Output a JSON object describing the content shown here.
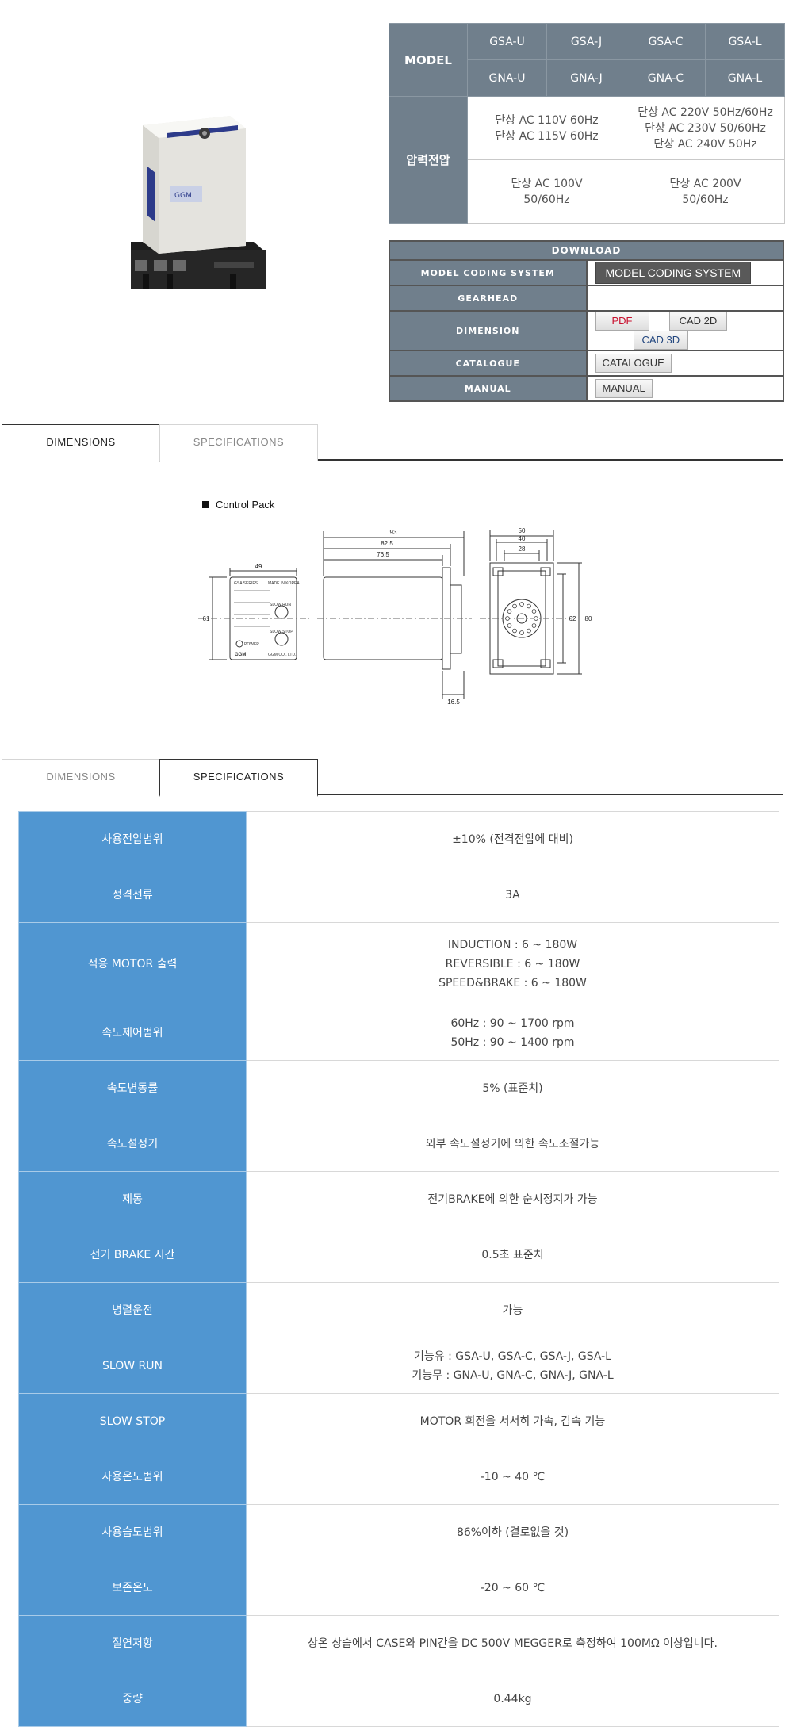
{
  "model_table": {
    "model_label": "MODEL",
    "models": [
      [
        "GSA-U",
        "GNA-U"
      ],
      [
        "GSA-J",
        "GNA-J"
      ],
      [
        "GSA-C",
        "GNA-C"
      ],
      [
        "GSA-L",
        "GNA-L"
      ]
    ],
    "voltage_label": "압력전압",
    "voltage_row1_left": [
      "단상 AC 110V 60Hz",
      "단상 AC 115V 60Hz"
    ],
    "voltage_row1_right": [
      "단상 AC 220V 50Hz/60Hz",
      "단상 AC 230V 50/60Hz",
      "단상 AC 240V 50Hz"
    ],
    "voltage_row2_left": [
      "단상 AC 100V",
      "50/60Hz"
    ],
    "voltage_row2_right": [
      "단상 AC 200V",
      "50/60Hz"
    ]
  },
  "download": {
    "title": "DOWNLOAD",
    "rows": {
      "model_coding": {
        "label": "MODEL CODING SYSTEM",
        "button": "MODEL CODING SYSTEM"
      },
      "gearhead": {
        "label": "GEARHEAD"
      },
      "dimension": {
        "label": "DIMENSION",
        "pdf": "PDF",
        "cad2d": "CAD 2D",
        "cad3d": "CAD 3D"
      },
      "catalogue": {
        "label": "CATALOGUE",
        "button": "CATALOGUE"
      },
      "manual": {
        "label": "MANUAL",
        "button": "MANUAL"
      }
    }
  },
  "tabs": {
    "dimensions": "DIMENSIONS",
    "specifications": "SPECIFICATIONS"
  },
  "drawing": {
    "title": "Control Pack",
    "dims": {
      "front_width": "49",
      "front_height": "61",
      "side_total": "93",
      "side_mid": "82.5",
      "side_body": "76.5",
      "side_depth": "16.5",
      "rear_outer": "50",
      "rear_mid": "40",
      "rear_inner": "28",
      "rear_h1": "62",
      "rear_h2": "80"
    },
    "panel": {
      "series": "GSA SERIES",
      "made_in": "MADE IN KOREA",
      "slow_run": "SLOW RUN",
      "slow_stop": "SLOW STOP",
      "power": "POWER",
      "brand": "GGM",
      "company": "GGM CO., LTD."
    },
    "product_label": "GGM"
  },
  "specs": [
    {
      "label": "사용전압범위",
      "value": [
        "±10% (전격전압에 대비)"
      ]
    },
    {
      "label": "정격전류",
      "value": [
        "3A"
      ]
    },
    {
      "label": "적용 MOTOR 출력",
      "value": [
        "INDUCTION : 6 ~ 180W",
        "REVERSIBLE : 6 ~ 180W",
        "SPEED&BRAKE : 6 ~ 180W"
      ]
    },
    {
      "label": "속도제어범위",
      "value": [
        "60Hz : 90 ~ 1700 rpm",
        "50Hz : 90 ~ 1400 rpm"
      ]
    },
    {
      "label": "속도변동률",
      "value": [
        "5% (표준치)"
      ]
    },
    {
      "label": "속도설정기",
      "value": [
        "외부 속도설정기에 의한 속도조절가능"
      ]
    },
    {
      "label": "제동",
      "value": [
        "전기BRAKE에 의한 순시정지가 가능"
      ]
    },
    {
      "label": "전기 BRAKE 시간",
      "value": [
        "0.5초 표준치"
      ]
    },
    {
      "label": "병렬운전",
      "value": [
        "가능"
      ]
    },
    {
      "label": "SLOW RUN",
      "value": [
        "기능유 : GSA-U, GSA-C, GSA-J, GSA-L",
        "기능무 : GNA-U, GNA-C, GNA-J, GNA-L"
      ]
    },
    {
      "label": "SLOW STOP",
      "value": [
        "MOTOR 회전을 서서히 가속, 감속 기능"
      ]
    },
    {
      "label": "사용온도범위",
      "value": [
        "-10 ~ 40 ℃"
      ]
    },
    {
      "label": "사용습도범위",
      "value": [
        "86%이하 (결로없을 것)"
      ]
    },
    {
      "label": "보존온도",
      "value": [
        "-20 ~ 60 ℃"
      ]
    },
    {
      "label": "절연저항",
      "value": [
        "상온 상습에서 CASE와 PIN간을 DC 500V MEGGER로 측정하여 100MΩ 이상입니다."
      ]
    },
    {
      "label": "중량",
      "value": [
        "0.44kg"
      ]
    }
  ]
}
